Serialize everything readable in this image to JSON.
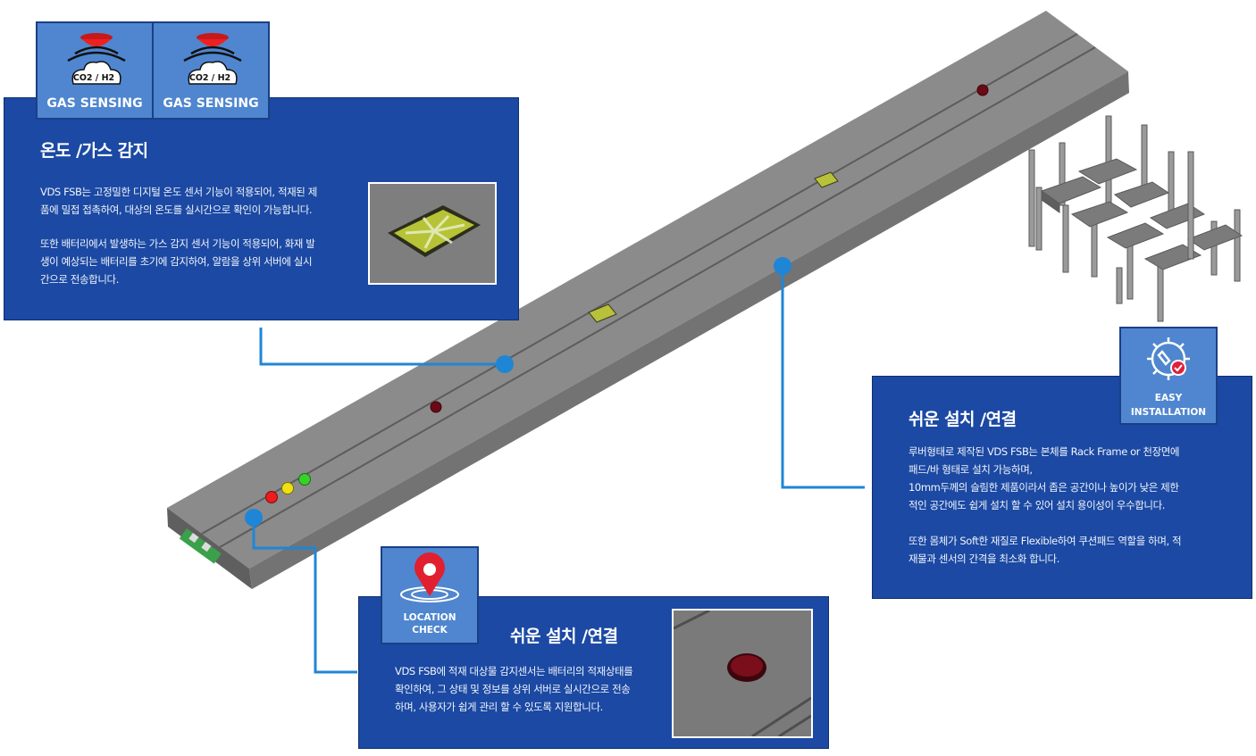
{
  "colors": {
    "panel": "#1b49a3",
    "badge": "#4f86cf",
    "connector": "#1f86d6",
    "bar_top": "#8a8a8a",
    "bar_side": "#6d6d6d",
    "led_red": "#ee1c1c",
    "led_yellow": "#f0e010",
    "led_green": "#38d02a",
    "sensor_dot": "#6a0a14"
  },
  "gas_badges": [
    {
      "chip": "CO2 / H2",
      "label": "GAS SENSING",
      "icon": "gas-alarm-icon"
    },
    {
      "chip": "CO2 / H2",
      "label": "GAS SENSING",
      "icon": "gas-alarm-icon"
    }
  ],
  "gas_panel": {
    "title": "온도 /가스 감지",
    "para1_l1": "VDS FSB는 고정밀한 디지털 온도 센서 기능이 적용되어, 적재된 제",
    "para1_l2": "품에 밀접 접촉하여, 대상의 온도를 실시간으로 확인이 가능합니다.",
    "para2_l1": "또한 배터리에서 발생하는 가스 감지 센서 기능이 적용되어, 화재 발",
    "para2_l2": "생이 예상되는 배터리를 초기에 감지하여, 알람을 상위 서버에 실시",
    "para2_l3": "간으로 전송합니다."
  },
  "install_badge": {
    "line1": "EASY",
    "line2": "INSTALLATION",
    "icon": "gear-wrench-icon"
  },
  "install_panel": {
    "title": "쉬운 설치 /연결",
    "l1": "루버형태로 제작된 VDS FSB는  본체를 Rack Frame or 천장면에",
    "l2": "패드/바 형태로 설치 가능하며,",
    "l3": " 10mm두께의 슬림한 제품이라서 좁은 공간이나 높이가 낮은 제한",
    "l4": "적인 공간에도 쉽게 설치 할 수 있어 설치 용이성이 우수합니다.",
    "l5": "또한 몸체가 Soft한 재질로 Flexible하여 쿠션패드 역할을 하며, 적",
    "l6": "재물과 센서의 간격을 최소화 합니다."
  },
  "location_badge": {
    "line1": "LOCATION",
    "line2": "CHECK",
    "icon": "location-pin-icon"
  },
  "location_panel": {
    "title": "쉬운 설치 /연결",
    "l1": "VDS FSB에 적재 대상물 감지센서는 배터리의 적재상태를",
    "l2": "확인하여, 그 상태 및 정보를 상위 서버로 실시간으로 전송",
    "l3": "하며, 사용자가 쉽게 관리 할 수 있도록 지원합니다."
  }
}
